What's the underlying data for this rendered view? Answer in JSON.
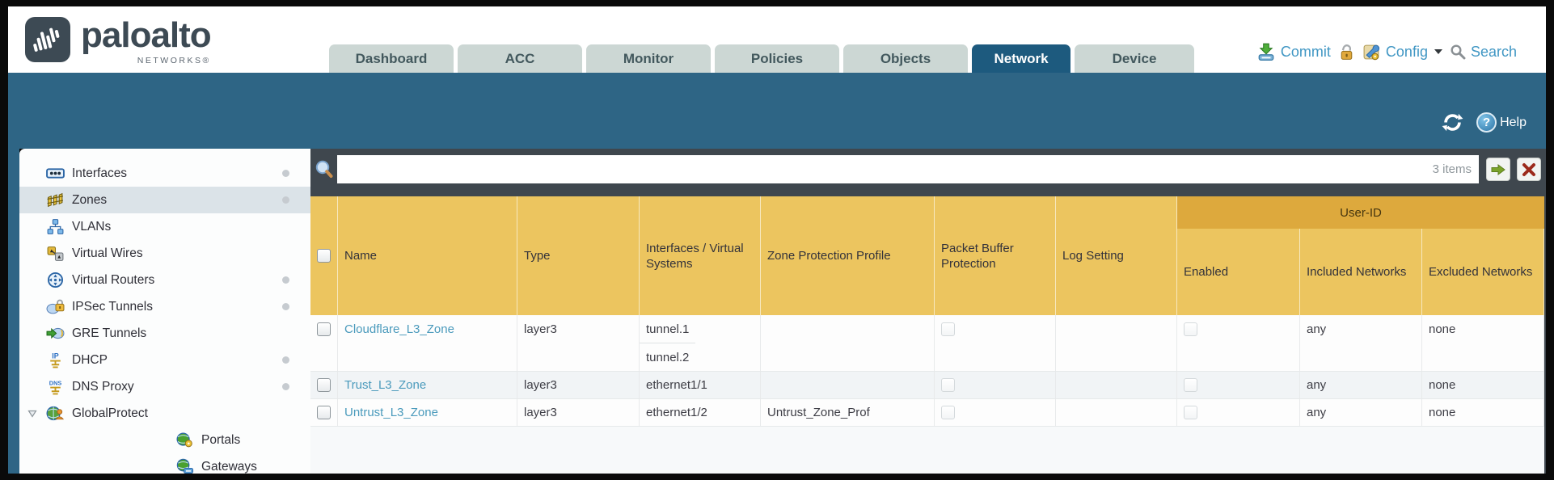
{
  "brand": {
    "name": "paloalto",
    "subtitle": "NETWORKS®"
  },
  "nav_tabs": [
    {
      "label": "Dashboard",
      "active": false
    },
    {
      "label": "ACC",
      "active": false
    },
    {
      "label": "Monitor",
      "active": false
    },
    {
      "label": "Policies",
      "active": false
    },
    {
      "label": "Objects",
      "active": false
    },
    {
      "label": "Network",
      "active": true
    },
    {
      "label": "Device",
      "active": false
    }
  ],
  "topbar": {
    "commit_label": "Commit",
    "config_label": "Config",
    "search_label": "Search"
  },
  "band": {
    "help_label": "Help"
  },
  "sidebar": {
    "items": [
      {
        "label": "Interfaces",
        "dot": true
      },
      {
        "label": "Zones",
        "dot": true,
        "selected": true
      },
      {
        "label": "VLANs",
        "dot": false
      },
      {
        "label": "Virtual Wires",
        "dot": false
      },
      {
        "label": "Virtual Routers",
        "dot": true
      },
      {
        "label": "IPSec Tunnels",
        "dot": true
      },
      {
        "label": "GRE Tunnels",
        "dot": false
      },
      {
        "label": "DHCP",
        "dot": true
      },
      {
        "label": "DNS Proxy",
        "dot": true
      },
      {
        "label": "GlobalProtect",
        "dot": false,
        "expanded": true
      },
      {
        "label": "Portals",
        "dot": false,
        "child": true
      },
      {
        "label": "Gateways",
        "dot": false,
        "child": true
      }
    ]
  },
  "filter": {
    "value": "",
    "items_count": "3 items"
  },
  "table": {
    "group_header": "User-ID",
    "columns": [
      "Name",
      "Type",
      "Interfaces / Virtual Systems",
      "Zone Protection Profile",
      "Packet Buffer Protection",
      "Log Setting",
      "Enabled",
      "Included Networks",
      "Excluded Networks"
    ],
    "rows": [
      {
        "name": "Cloudflare_L3_Zone",
        "type": "layer3",
        "interfaces": [
          "tunnel.1",
          "tunnel.2"
        ],
        "zone_protection_profile": "",
        "log_setting": "",
        "included_networks": "any",
        "excluded_networks": "none"
      },
      {
        "name": "Trust_L3_Zone",
        "type": "layer3",
        "interfaces": [
          "ethernet1/1"
        ],
        "zone_protection_profile": "",
        "log_setting": "",
        "included_networks": "any",
        "excluded_networks": "none"
      },
      {
        "name": "Untrust_L3_Zone",
        "type": "layer3",
        "interfaces": [
          "ethernet1/2"
        ],
        "zone_protection_profile": "Untrust_Zone_Prof",
        "log_setting": "",
        "included_networks": "any",
        "excluded_networks": "none"
      }
    ]
  },
  "colors": {
    "band_teal": "#2e6585",
    "active_tab": "#1d5a7e",
    "header_orange": "#ecc55f",
    "group_orange": "#dda93d",
    "link_blue": "#4a9abc"
  }
}
